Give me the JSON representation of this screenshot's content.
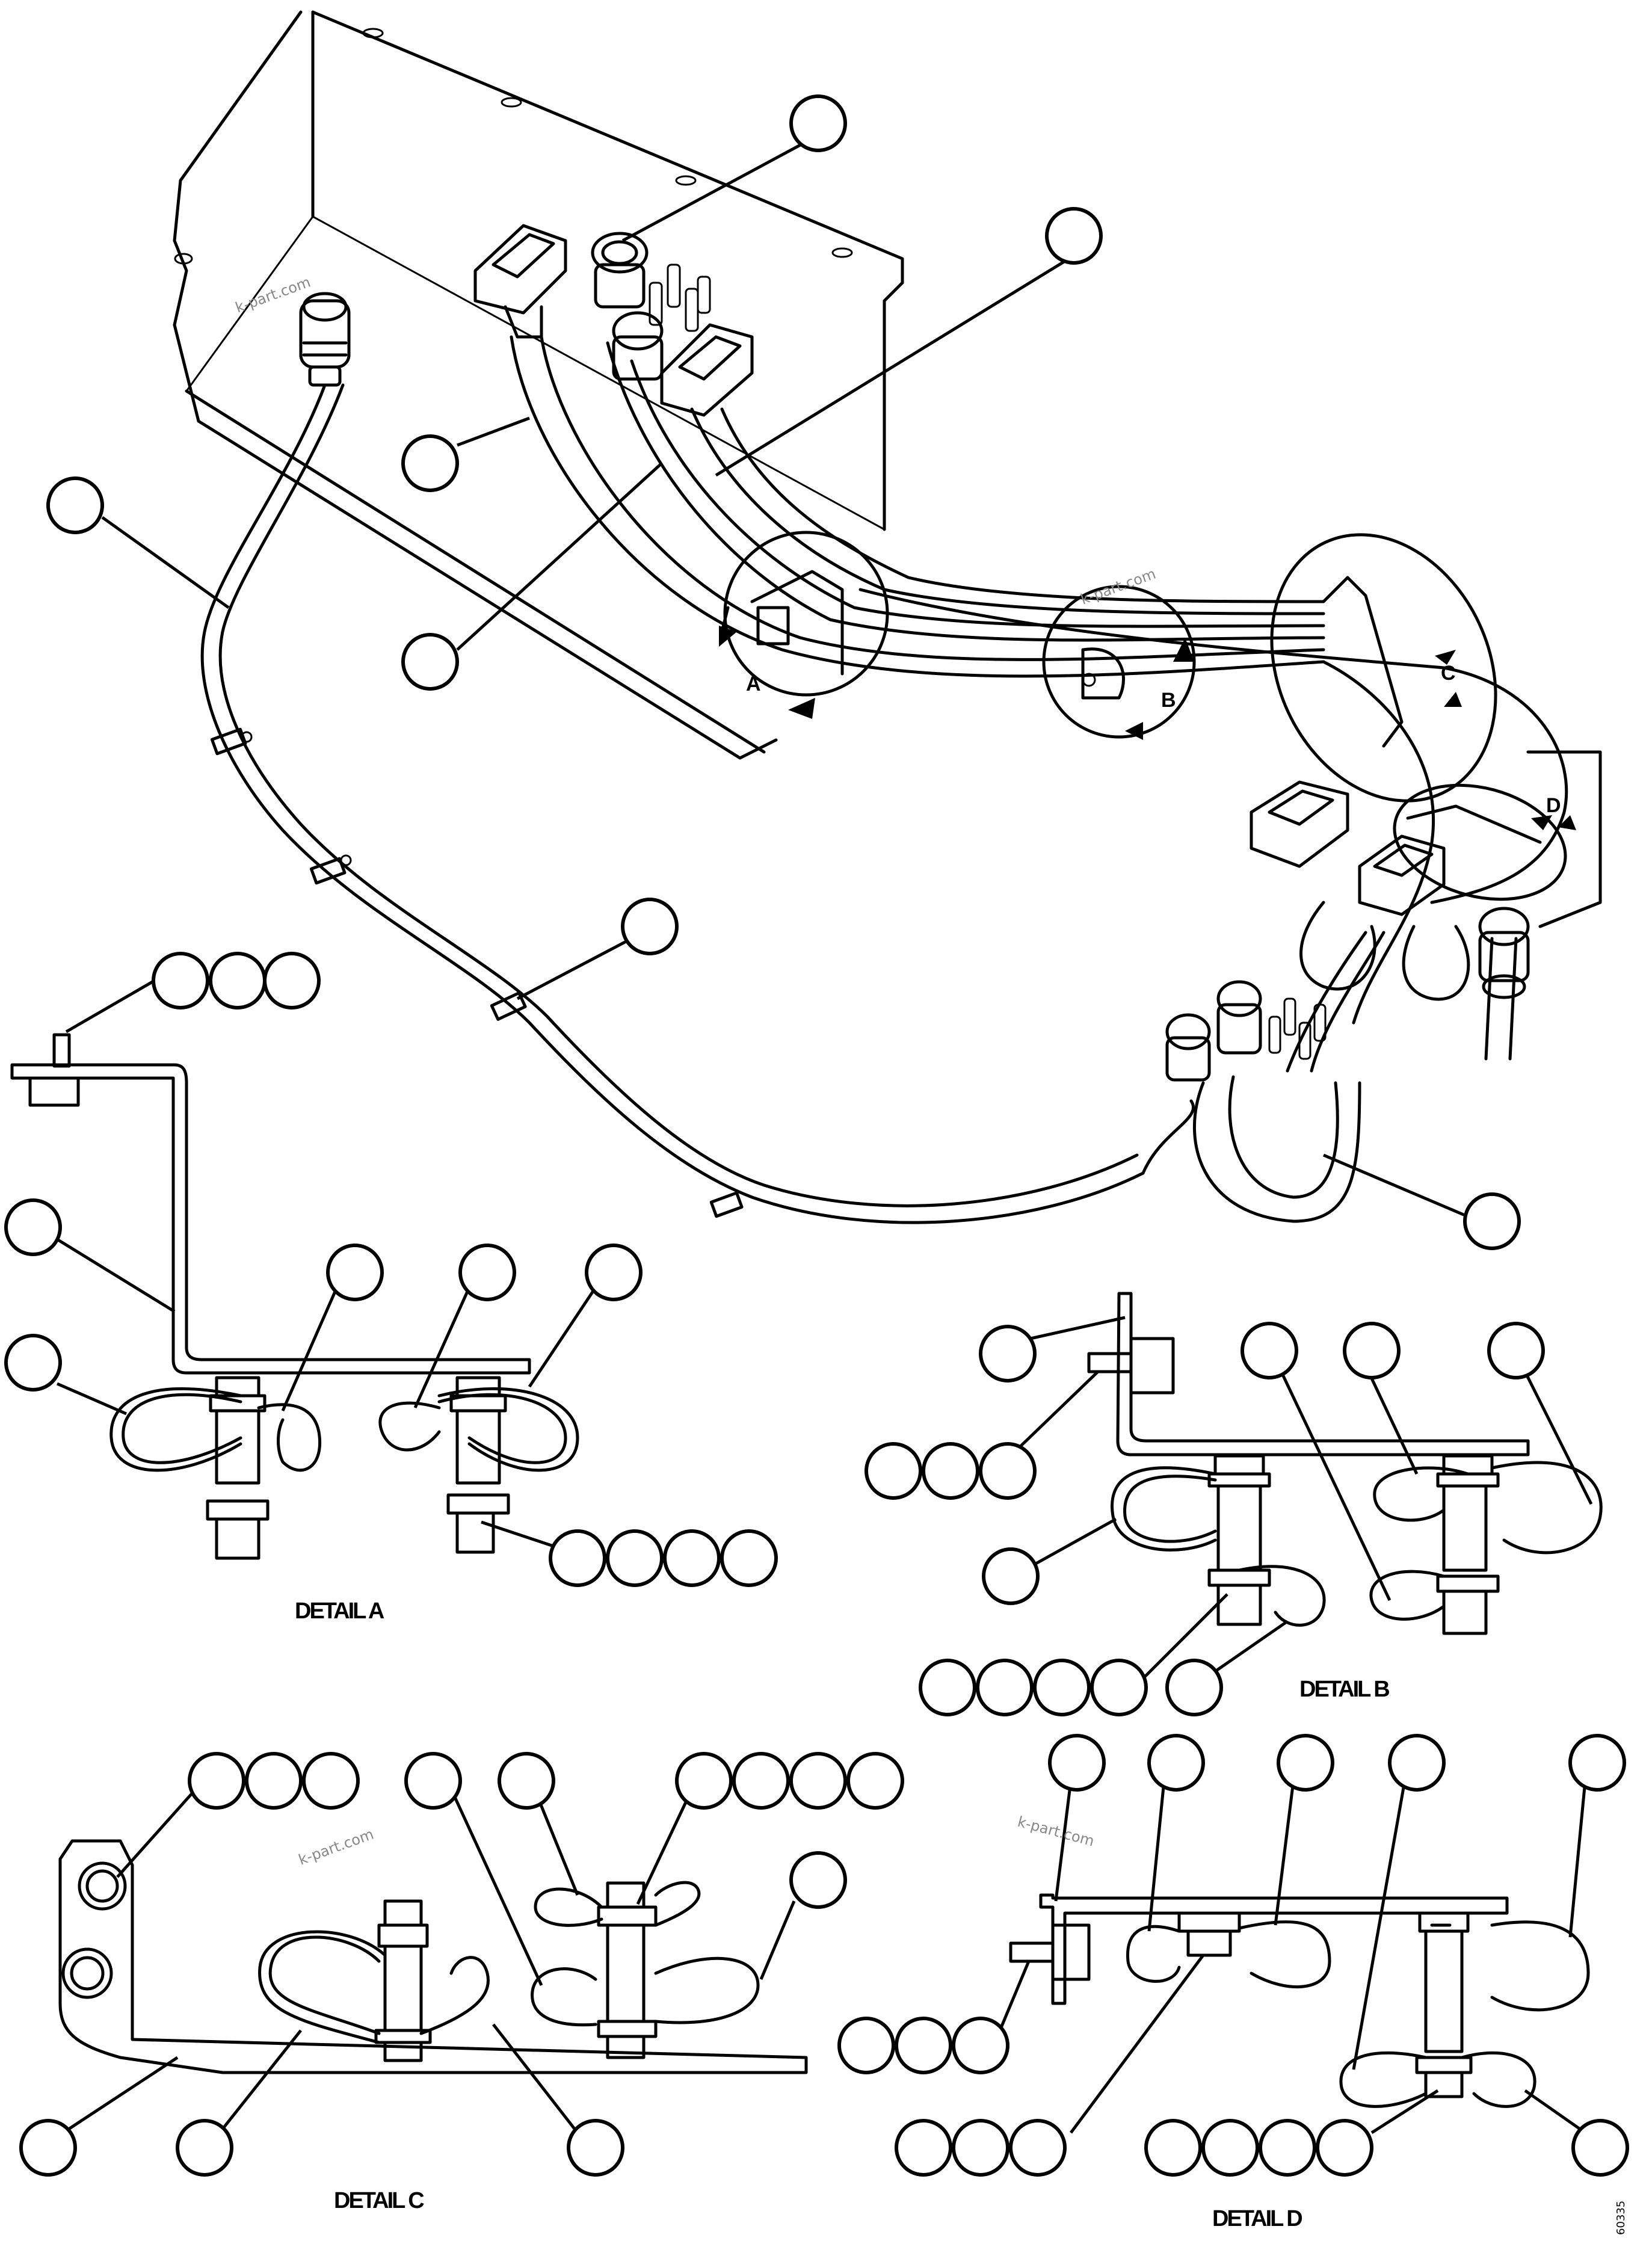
{
  "watermark": "k-part.com",
  "view_labels": {
    "a": "A",
    "b": "B",
    "c": "C",
    "d": "D"
  },
  "details": {
    "a": "DETAIL A",
    "b": "DETAIL B",
    "c": "DETAIL C",
    "d": "DETAIL D"
  },
  "drawing_code": "60335"
}
